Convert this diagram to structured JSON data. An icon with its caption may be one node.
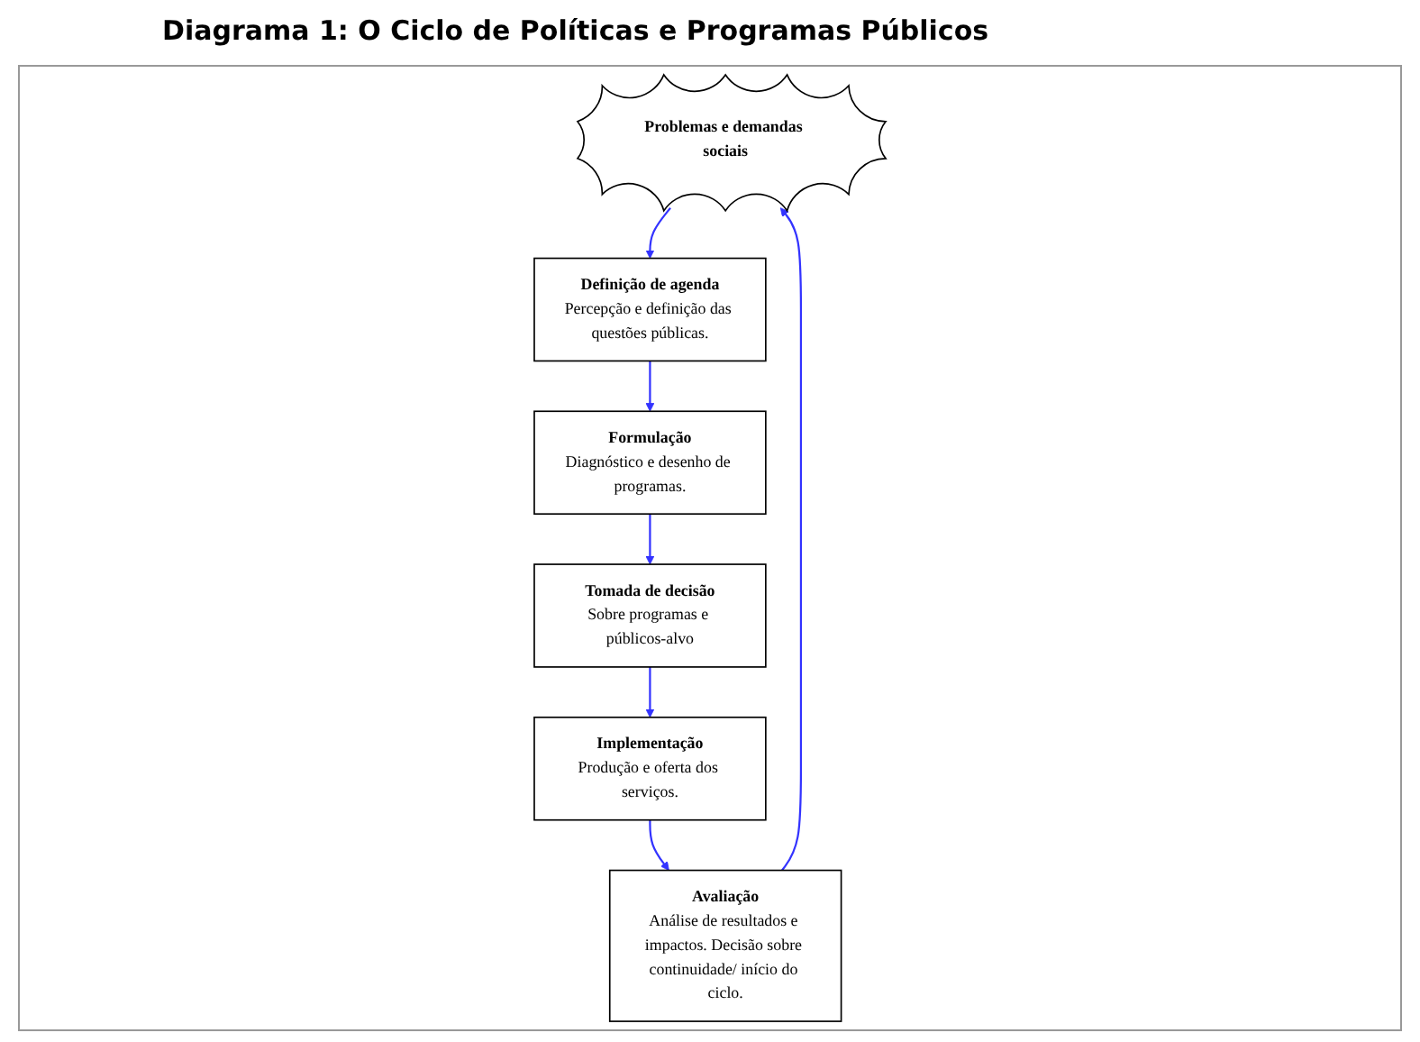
{
  "diagram": {
    "title": "Diagrama 1: O Ciclo de Políticas e Programas Públicos",
    "nodes": [
      {
        "text": [
          "Problemas e demandas sociais"
        ]
      },
      {
        "text": [
          "Definição de agenda",
          "Percepção e definição das questões públicas."
        ]
      },
      {
        "text": [
          "Formulação",
          "Diagnóstico e desenho de programas."
        ]
      },
      {
        "text": [
          "Tomada de decisão",
          "Sobre programas e públicos-alvo"
        ]
      },
      {
        "text": [
          "Implementação",
          "Produção e oferta dos serviços."
        ]
      },
      {
        "text": [
          "Avaliação",
          "Análise de resultados e impactos. Decisão sobre continuidade/ início do ciclo."
        ]
      }
    ],
    "edges": [
      {
        "from": 0,
        "to": 1,
        "arrow": "to"
      },
      {
        "from": 1,
        "to": 2,
        "arrow": "to"
      },
      {
        "from": 2,
        "to": 3,
        "arrow": "to"
      },
      {
        "from": 3,
        "to": 4,
        "arrow": "to"
      },
      {
        "from": 4,
        "to": 5,
        "arrow": "to"
      },
      {
        "from": 5,
        "to": 0,
        "arrow": "to"
      }
    ]
  }
}
